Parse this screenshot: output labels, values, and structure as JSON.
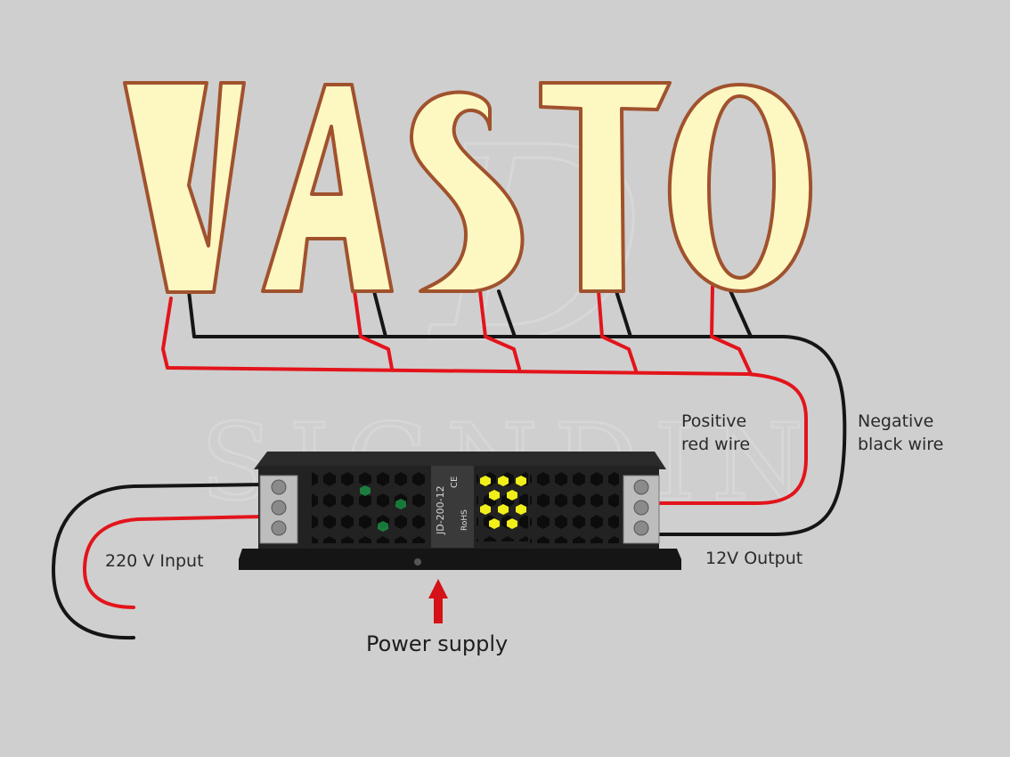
{
  "sign": {
    "letters": [
      "V",
      "A",
      "S",
      "T",
      "O"
    ]
  },
  "power_supply": {
    "model": "JD-200-12",
    "mark_ce": "CE",
    "mark_rohs": "RoHS"
  },
  "labels": {
    "positive_line1": "Positive",
    "positive_line2": "red wire",
    "negative_line1": "Negative",
    "negative_line2": "black wire",
    "input": "220 V Input",
    "output": "12V Output",
    "power_supply": "Power supply"
  },
  "watermark": {
    "text": "SIGNDIN",
    "monogram": "D"
  },
  "colors": {
    "background": "#cfcfcf",
    "letter_fill": "#fdf7c2",
    "letter_outline": "#a0522d",
    "positive_wire": "#e3141b",
    "negative_wire": "#151515",
    "psu_body": "#202020",
    "led_yellow": "#f1ee1a",
    "arrow": "#d41217"
  }
}
